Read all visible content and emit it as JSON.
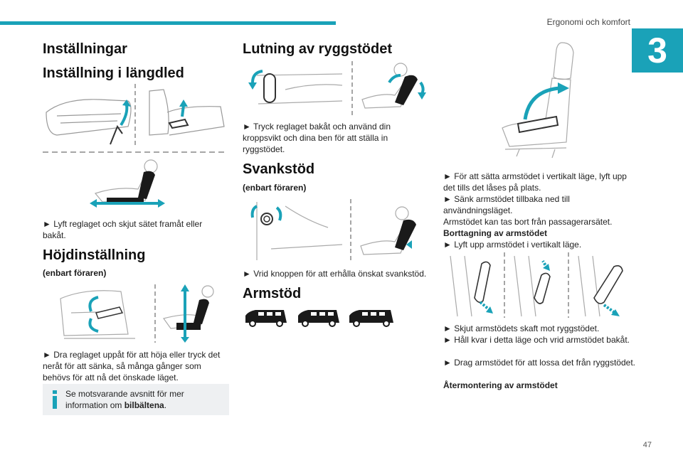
{
  "header": {
    "section_title": "Ergonomi och komfort",
    "chapter_number": "3",
    "page_number": "47"
  },
  "colors": {
    "accent": "#1aa2b8",
    "info_bg": "#eef0f2",
    "arrow": "#1aa2b8"
  },
  "col1": {
    "title_settings": "Inställningar",
    "title_length": "Inställning i längdled",
    "text_length": "► Lyft reglaget och skjut sätet framåt eller bakåt.",
    "title_height": "Höjdinställning",
    "sub_height": "(enbart föraren)",
    "text_height": "► Dra reglaget uppåt för att höja eller tryck det neråt för att sänka, så många gånger som behövs för att nå det önskade läget.",
    "info_text_prefix": "Se motsvarande avsnitt för mer information om ",
    "info_text_bold": "bilbältena",
    "info_text_suffix": "."
  },
  "col2": {
    "title_recline": "Lutning av ryggstödet",
    "text_recline": "► Tryck reglaget bakåt och använd din kroppsvikt och dina ben för att ställa in ryggstödet.",
    "title_lumbar": "Svankstöd",
    "sub_lumbar": "(enbart föraren)",
    "text_lumbar": "► Vrid knoppen för att erhålla önskat svankstöd.",
    "title_armrest": "Armstöd"
  },
  "col3": {
    "line1": "► För att sätta armstödet i vertikalt läge, lyft upp det tills det låses på plats.",
    "line2": "► Sänk armstödet tillbaka ned till användningsläget.",
    "line3": "Armstödet kan tas bort från passagerarsätet.",
    "heading_removal": "Borttagning av armstödet",
    "line4": "► Lyft upp armstödet i vertikalt läge.",
    "line5": "► Skjut armstödets skaft mot ryggstödet.",
    "line6": "► Håll kvar i detta läge och vrid armstödet bakåt.",
    "line7": "► Drag armstödet för att lossa det från ryggstödet.",
    "heading_refit": "Återmontering av armstödet"
  }
}
